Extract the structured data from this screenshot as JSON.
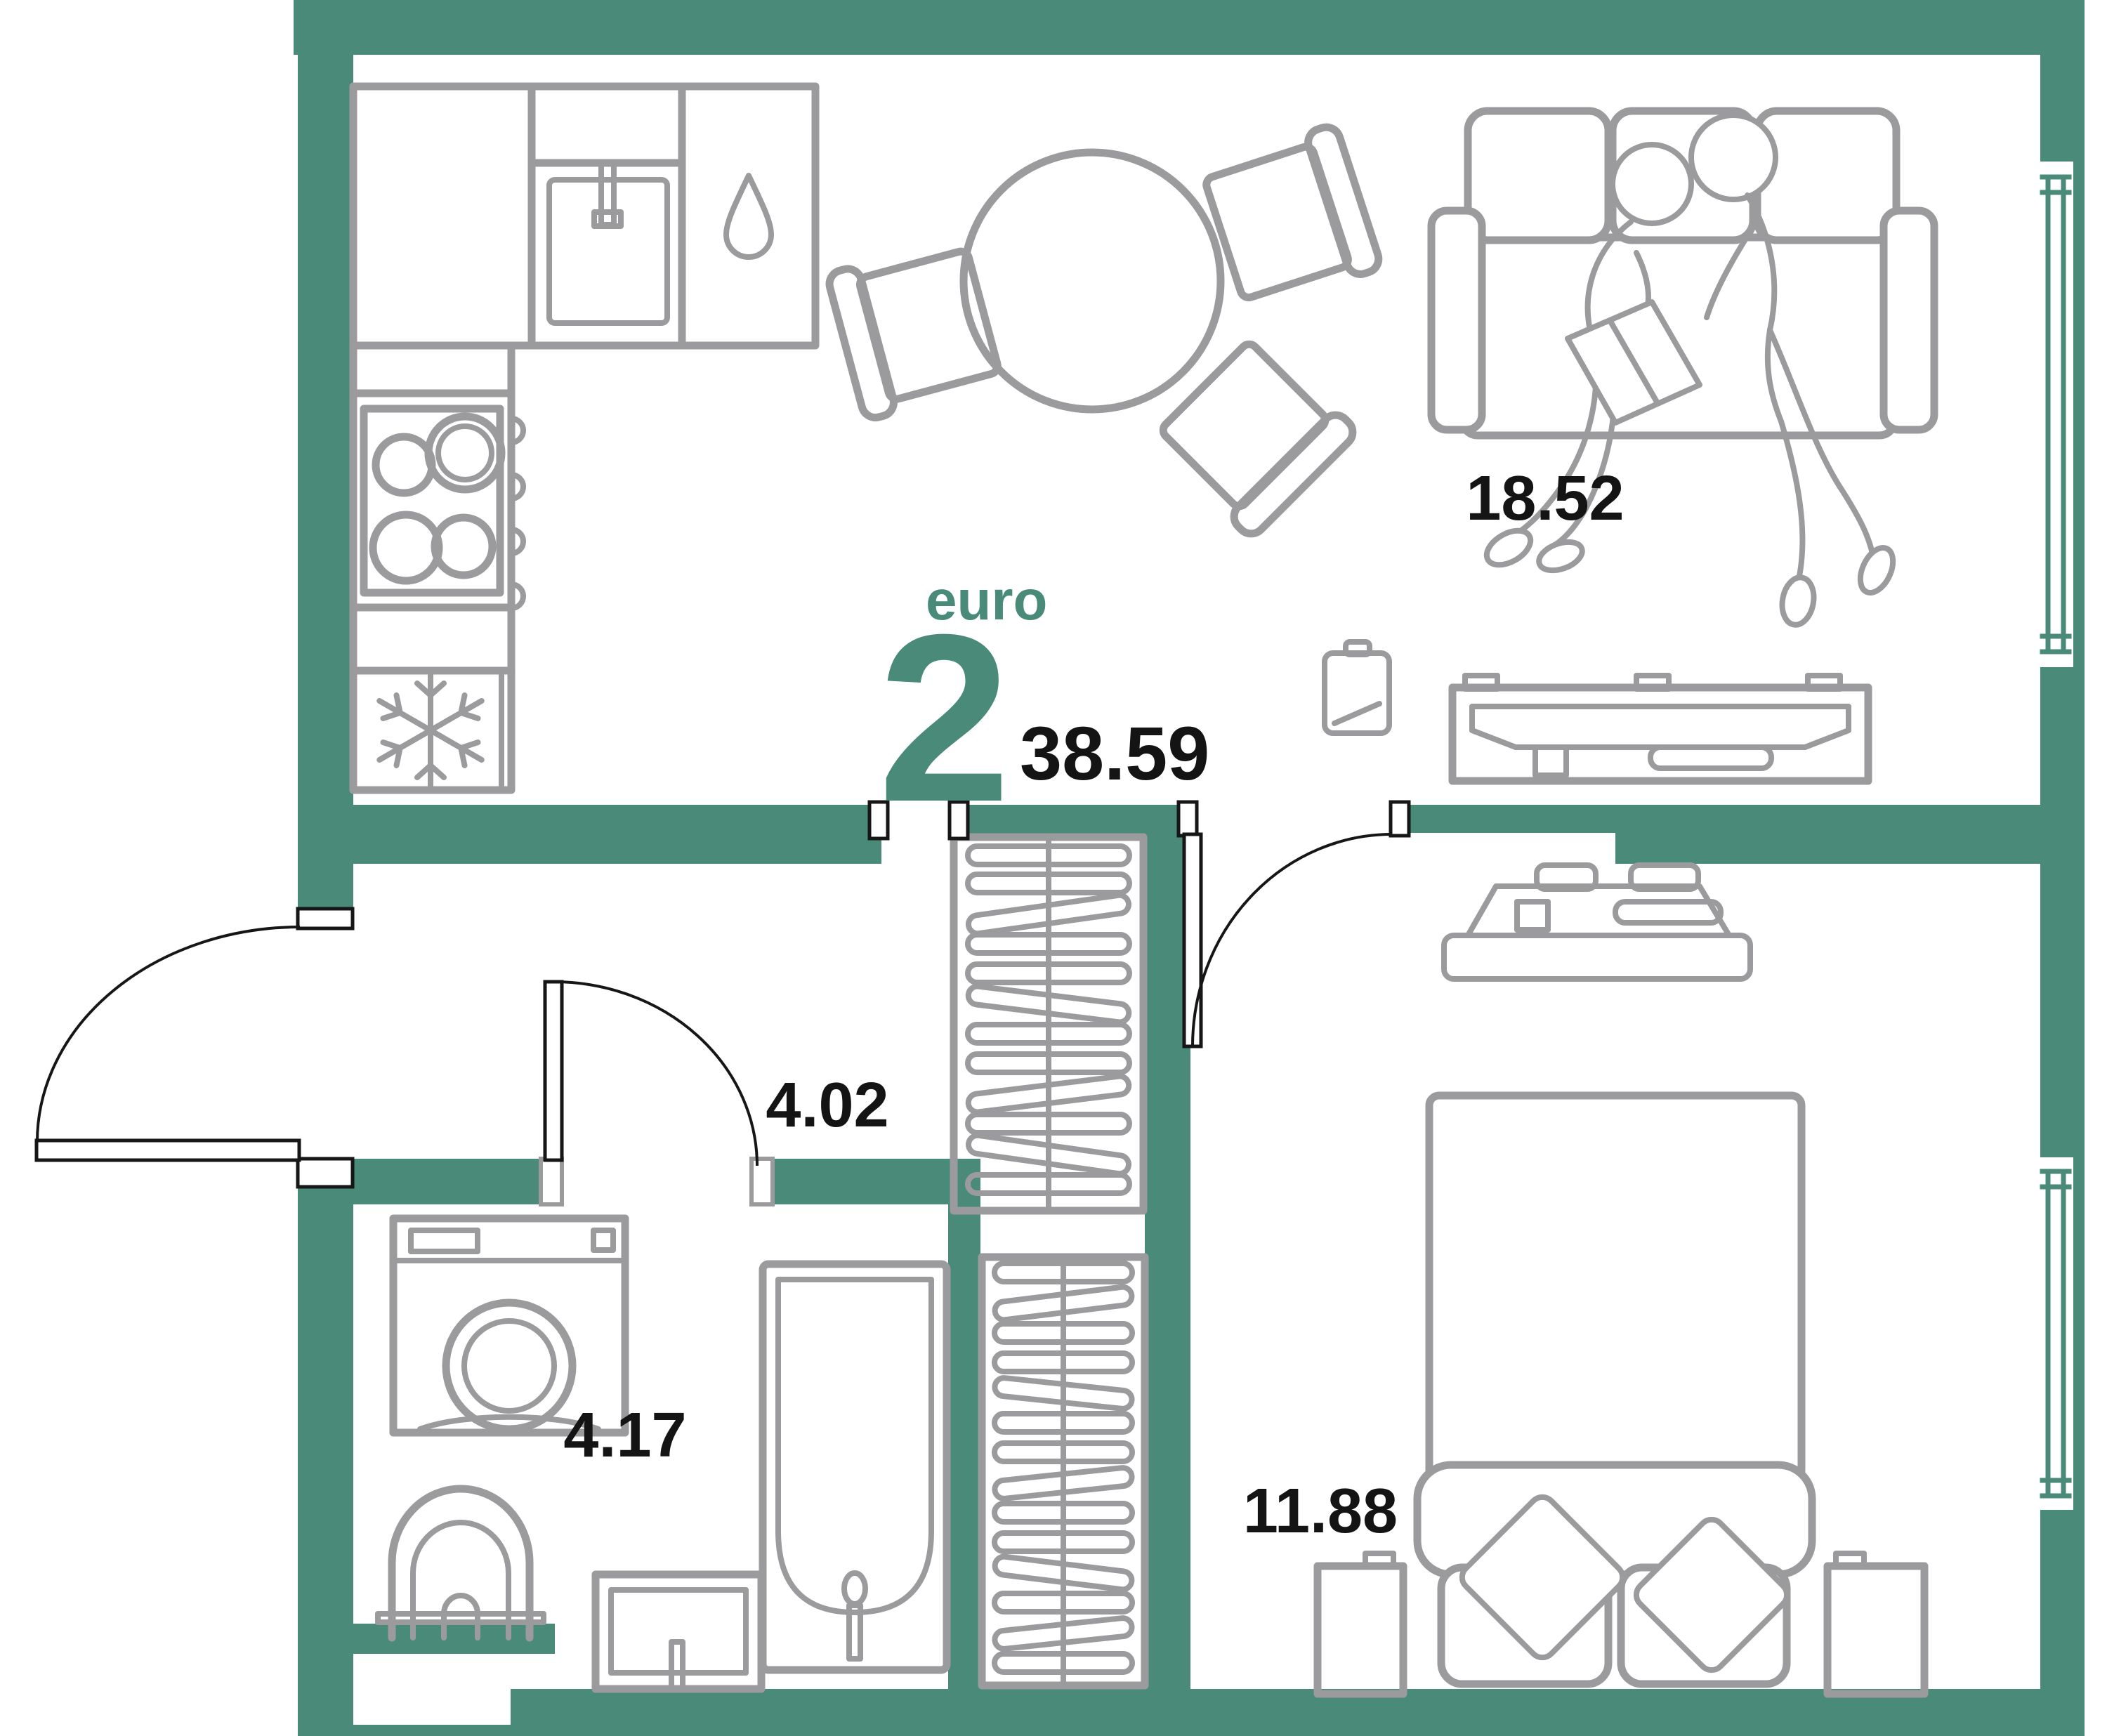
{
  "plan": {
    "type_label": "euro",
    "rooms_count": "2",
    "total_area": "38.59"
  },
  "rooms": {
    "living_kitchen": {
      "area": "18.52"
    },
    "hallway": {
      "area": "4.02"
    },
    "bathroom": {
      "area": "4.17"
    },
    "bedroom": {
      "area": "11.88"
    }
  },
  "colors": {
    "wall": "#4a8a78",
    "furniture": "#9b9b9e",
    "door": "#161616",
    "label": "#141414",
    "accent": "#4a8a78",
    "background": "#ffffff"
  },
  "icons": {
    "fridge_badge": "snowflake-icon",
    "cabinet_badge": "water-drop-icon",
    "sink_badge": "faucet-icon"
  }
}
